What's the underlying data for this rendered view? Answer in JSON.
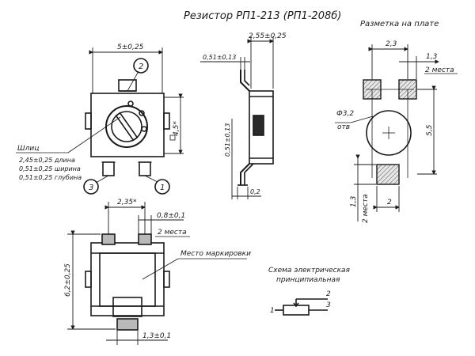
{
  "title": "Резистор РП1-213 (РП1-208б)",
  "pcb_marking": "Разметка на плате",
  "schema": [
    "Схема электрическая",
    "принципиальная"
  ],
  "slot_label": [
    "Шлиц",
    "2,45±0,25 длина",
    "0,51±0,25 ширина",
    "0,51±0,25 глубина"
  ],
  "marking_place": "Место маркировки",
  "hole": [
    "Ф3,2",
    "отв"
  ],
  "places2": "2 места",
  "dims": {
    "w5": "5±0,25",
    "h45": "4,5*",
    "w255": "2,55±0,25",
    "t051": "0,51±0,13",
    "t051v": "0,51±0,13",
    "w02": "0,2",
    "d23": "2,3",
    "d13": "1,3",
    "d55": "5,5",
    "d13v": "1,3",
    "d2": "2",
    "w235": "2,35*",
    "w08": "0,8±0,1",
    "h62": "6,2±0,25",
    "w13": "1,3±0,1"
  },
  "pins": {
    "p1": "1",
    "p2": "2",
    "p3": "3"
  },
  "schema_pins": {
    "s1": "1",
    "s2": "2",
    "s3": "3"
  }
}
